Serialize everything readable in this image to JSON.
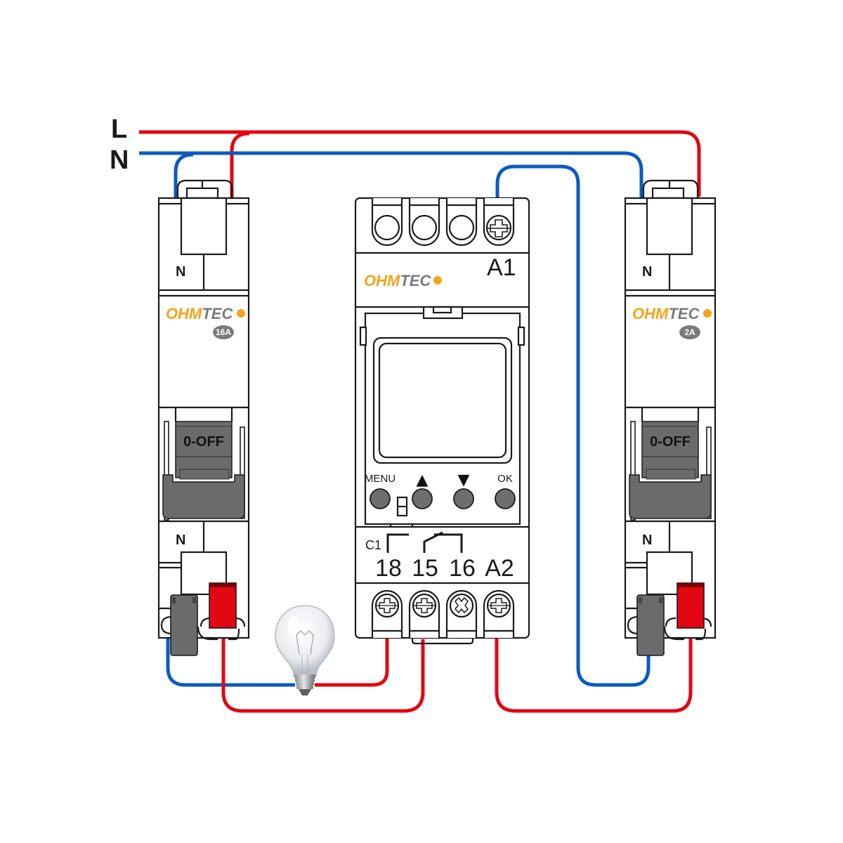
{
  "supply": {
    "line_label": "L",
    "neutral_label": "N",
    "line_color": "#e30613",
    "neutral_color": "#0a5bbf"
  },
  "breaker_left": {
    "brand": {
      "part1": "OHM",
      "part2": "TEC"
    },
    "rating": "16A",
    "top_terminal_label": "N",
    "bottom_terminal_label": "N",
    "switch_label": "0-OFF"
  },
  "breaker_right": {
    "brand": {
      "part1": "OHM",
      "part2": "TEC"
    },
    "rating": "2A",
    "top_terminal_label": "N",
    "bottom_terminal_label": "N",
    "switch_label": "0-OFF"
  },
  "timer": {
    "brand": {
      "part1": "OHM",
      "part2": "TEC"
    },
    "top_terminal_label": "A1",
    "buttons": [
      {
        "label": "MENU"
      },
      {
        "label": "▲"
      },
      {
        "label": "▼"
      },
      {
        "label": "OK"
      }
    ],
    "contact_label": "C1",
    "bottom_terminals": [
      "18",
      "15",
      "16",
      "A2"
    ]
  },
  "load": {
    "type": "light-bulb"
  },
  "colors": {
    "brand_orange": "#f5a31a",
    "brand_gray": "#7a7a7a",
    "handle_gray": "#6b6b6e",
    "button_gray": "#6e6e70",
    "terminal_red": "#e30613"
  }
}
